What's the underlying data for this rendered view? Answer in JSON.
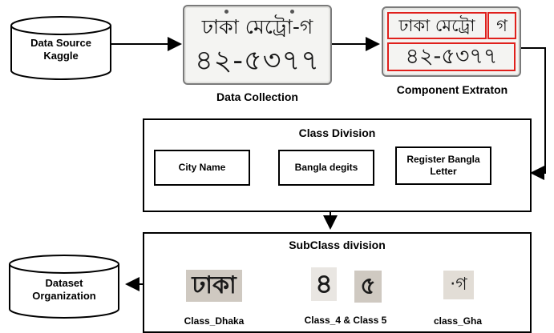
{
  "source_db": {
    "line1": "Data Source",
    "line2": "Kaggle"
  },
  "output_db": {
    "line1": "Dataset",
    "line2": "Organization"
  },
  "collection_plate": {
    "top": "ঢাকা মেট্রো-গ",
    "bottom": "৪২-৫৩৭৭"
  },
  "collection_label": "Data Collection",
  "extraction_plate": {
    "city": "ঢাকা মেট্রো",
    "letter": "গ",
    "number": "৪২-৫৩৭৭"
  },
  "extraction_label": "Component Extraton",
  "class_division": {
    "title": "Class Division",
    "items": [
      {
        "line1": "City Name",
        "line2": ""
      },
      {
        "line1": "Bangla degits",
        "line2": ""
      },
      {
        "line1": "Register Bangla",
        "line2": "Letter"
      }
    ]
  },
  "subclass_division": {
    "title": "SubClass division",
    "samples": {
      "dhaka": {
        "glyph": "ঢাকা",
        "label": "Class_Dhaka"
      },
      "digit4": {
        "glyph": "৪"
      },
      "digit5": {
        "glyph": "৫"
      },
      "digits_label": "Class_4 & Class 5",
      "gha": {
        "glyph": "·গ",
        "label": "class_Gha"
      }
    }
  },
  "colors": {
    "ocr_box": "#e0201c",
    "line": "#000000",
    "plate_bg": "#f4f4f2"
  }
}
